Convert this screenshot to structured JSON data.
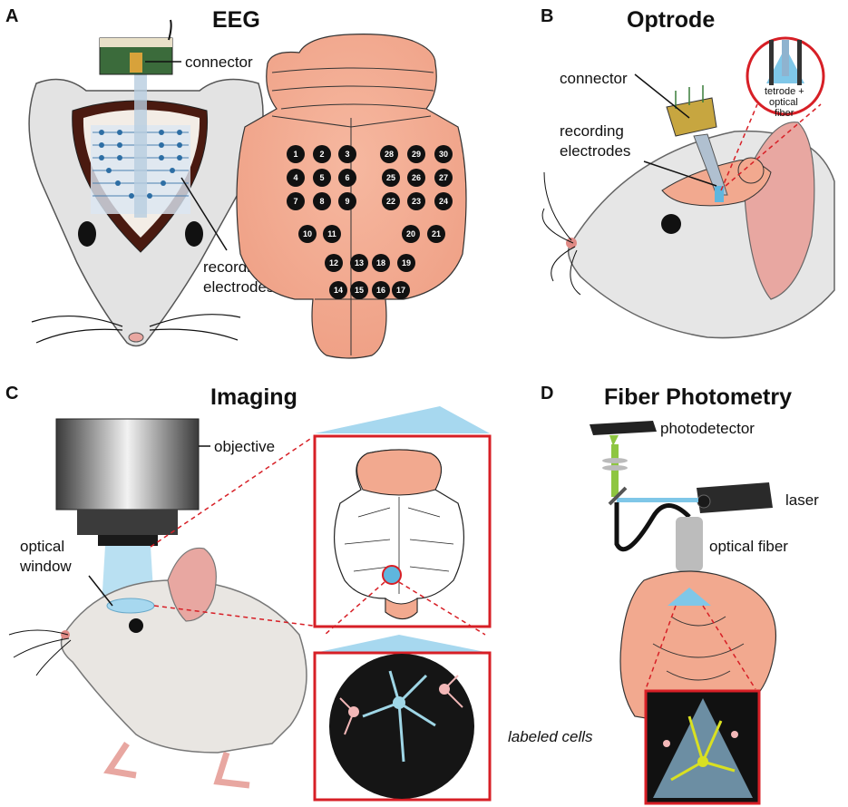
{
  "panels": {
    "A": {
      "letter": "A",
      "title": "EEG",
      "connector_label": "connector",
      "recording_label_1": "recording",
      "recording_label_2": "electrodes"
    },
    "B": {
      "letter": "B",
      "title": "Optrode",
      "connector_label": "connector",
      "recording_label_1": "recording",
      "recording_label_2": "electrodes",
      "inset_label_1": "tetrode +",
      "inset_label_2": "optical",
      "inset_label_3": "fiber"
    },
    "C": {
      "letter": "C",
      "title": "Imaging",
      "objective_label": "objective",
      "window_label_1": "optical",
      "window_label_2": "window"
    },
    "D": {
      "letter": "D",
      "title": "Fiber Photometry",
      "photodetector_label": "photodetector",
      "laser_label": "laser",
      "fiber_label": "optical fiber"
    },
    "shared": {
      "cells_label": "labeled cells"
    }
  },
  "electrodes": [
    "1",
    "2",
    "3",
    "4",
    "5",
    "6",
    "7",
    "8",
    "9",
    "10",
    "11",
    "12",
    "13",
    "14",
    "15",
    "16",
    "17",
    "18",
    "19",
    "20",
    "21",
    "22",
    "23",
    "24",
    "25",
    "26",
    "27",
    "28",
    "29",
    "30"
  ],
  "colors": {
    "brain": "#f2a98f",
    "brain_stroke": "#333333",
    "mouse": "#e6e6e6",
    "ear": "#e7a6a0",
    "red_frame": "#d71f26",
    "light_blue": "#a7d8ef",
    "cell_pink": "#f2b7b7",
    "cell_blue": "#9fd6e6",
    "cell_yellow": "#d9e021"
  }
}
